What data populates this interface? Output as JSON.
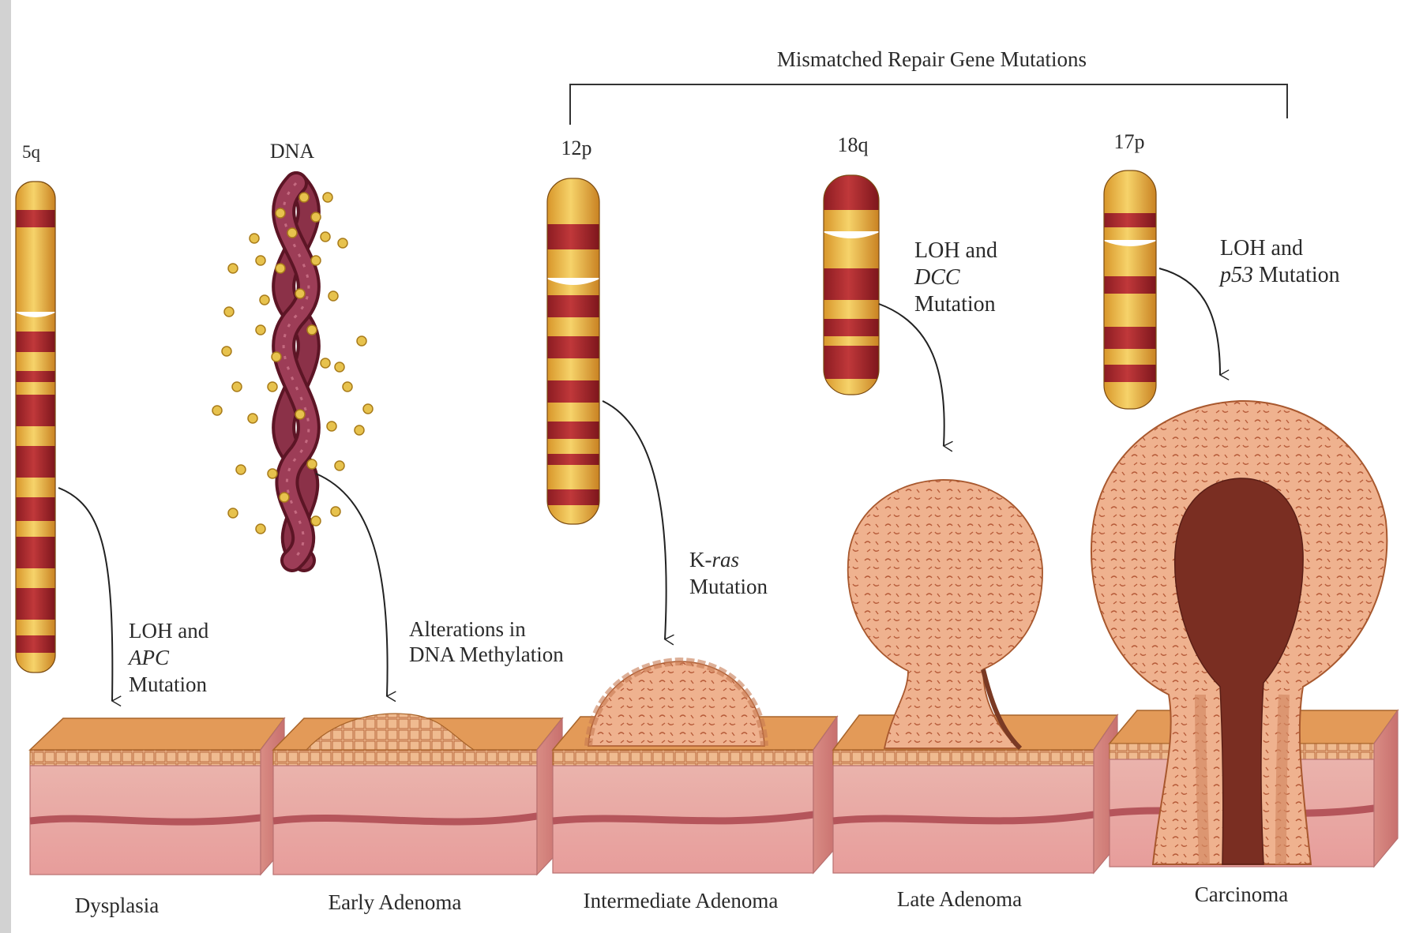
{
  "header": {
    "bracket_label": "Mismatched Repair Gene Mutations"
  },
  "chromosomes": {
    "c5q": "5q",
    "dna": "DNA",
    "c12p": "12p",
    "c18q": "18q",
    "c17p": "17p"
  },
  "events": {
    "apc": [
      "LOH and",
      "APC",
      "Mutation"
    ],
    "methylation": [
      "Alterations in",
      "DNA Methylation"
    ],
    "kras_prefix": "K-",
    "kras_italic": "ras",
    "kras_line2": "Mutation",
    "dcc": [
      "LOH and",
      "DCC",
      "Mutation"
    ],
    "p53_line1": "LOH and",
    "p53_italic": "p53",
    "p53_rest": " Mutation"
  },
  "stages": [
    "Dysplasia",
    "Early Adenoma",
    "Intermediate Adenoma",
    "Late Adenoma",
    "Carcinoma"
  ],
  "colors": {
    "chromosome_gold": "#e8b43a",
    "chromosome_band": "#a8242a",
    "dna_strand": "#7a2436",
    "dna_dot": "#e6c24f",
    "tissue_top": "#e79a55",
    "tissue_side": "#e8a7a6",
    "polyp": "#eaa783",
    "lumen": "#7a2e22"
  }
}
